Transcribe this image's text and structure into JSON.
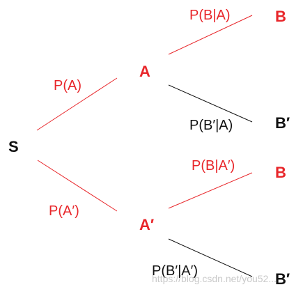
{
  "colors": {
    "red": "#e8262a",
    "black": "#111111",
    "watermark": "#c9c9c9"
  },
  "nodes": {
    "root": "S",
    "a": "A",
    "a_prime": "A′",
    "b_from_a": "B",
    "b_prime_from_a": "B′",
    "b_from_a_prime": "B",
    "b_prime_from_a_prime": "B′"
  },
  "edges": {
    "p_a": "P(A)",
    "p_a_prime": "P(A′)",
    "p_b_given_a": "P(B|A)",
    "p_b_prime_given_a": "P(B′|A)",
    "p_b_given_a_prime": "P(B|A′)",
    "p_b_prime_given_a_prime": "P(B′|A′)"
  },
  "watermark": "https://blog.csdn.net/you52..."
}
